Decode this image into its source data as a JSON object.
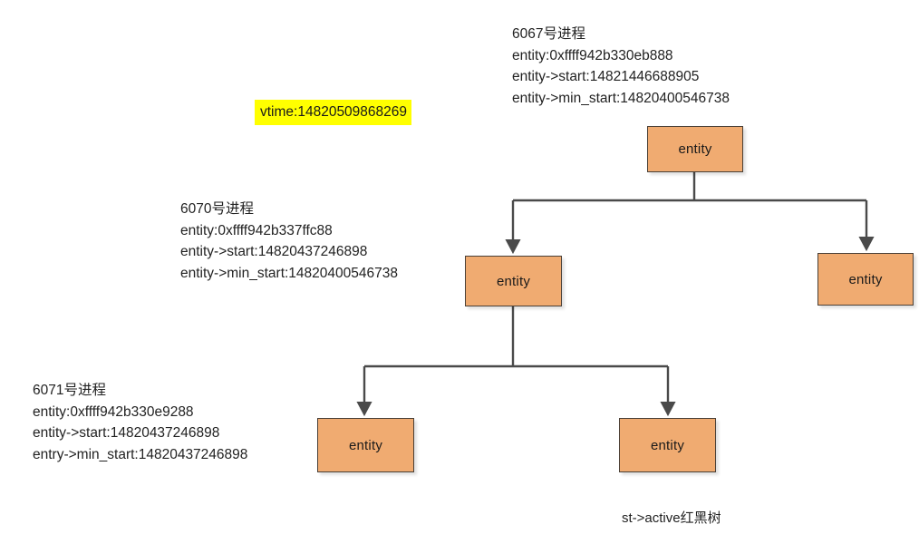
{
  "diagram": {
    "caption": "st->active红黑树",
    "highlight": {
      "text": "vtime:14820509868269",
      "color": "#ffff00"
    },
    "node_fill": "#f0ab71",
    "node_border": "#4a4037",
    "edge_color": "#4a4a4a",
    "nodes": [
      {
        "id": "root",
        "label": "entity"
      },
      {
        "id": "mid-left",
        "label": "entity"
      },
      {
        "id": "mid-right",
        "label": "entity"
      },
      {
        "id": "leaf-left",
        "label": "entity"
      },
      {
        "id": "leaf-right",
        "label": "entity"
      }
    ],
    "annotations": [
      {
        "id": "proc-6067",
        "lines": [
          "6067号进程",
          "entity:0xffff942b330eb888",
          "entity->start:14821446688905",
          "entity->min_start:14820400546738"
        ]
      },
      {
        "id": "proc-6070",
        "lines": [
          "6070号进程",
          "entity:0xffff942b337ffc88",
          "entity->start:14820437246898",
          "entity->min_start:14820400546738"
        ]
      },
      {
        "id": "proc-6071",
        "lines": [
          "6071号进程",
          "entity:0xffff942b330e9288",
          "entity->start:14820437246898",
          "entry->min_start:14820437246898"
        ]
      }
    ]
  }
}
